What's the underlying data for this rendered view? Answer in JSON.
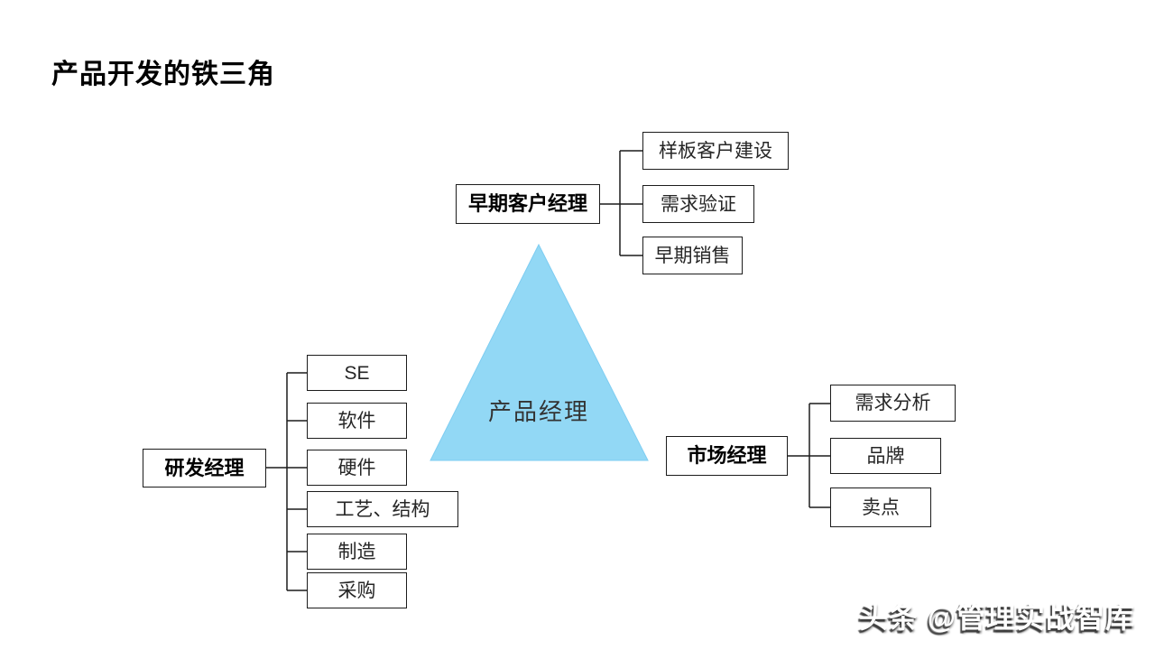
{
  "slide": {
    "title": "产品开发的铁三角"
  },
  "triangle": {
    "label": "产品经理",
    "fill": "#92D8F5",
    "edge": "#7ECDF2"
  },
  "groups": [
    {
      "parent": "早期客户经理",
      "children": [
        "样板客户建设",
        "需求验证",
        "早期销售"
      ]
    },
    {
      "parent": "研发经理",
      "children": [
        "SE",
        "软件",
        "硬件",
        "工艺、结构",
        "制造",
        "采购"
      ]
    },
    {
      "parent": "市场经理",
      "children": [
        "需求分析",
        "品牌",
        "卖点"
      ]
    }
  ],
  "watermark": {
    "text": "头条 @管理实战智库"
  },
  "colors": {
    "line": "#1c1c1c",
    "box_border": "#1c1c1c",
    "background": "#ffffff"
  }
}
